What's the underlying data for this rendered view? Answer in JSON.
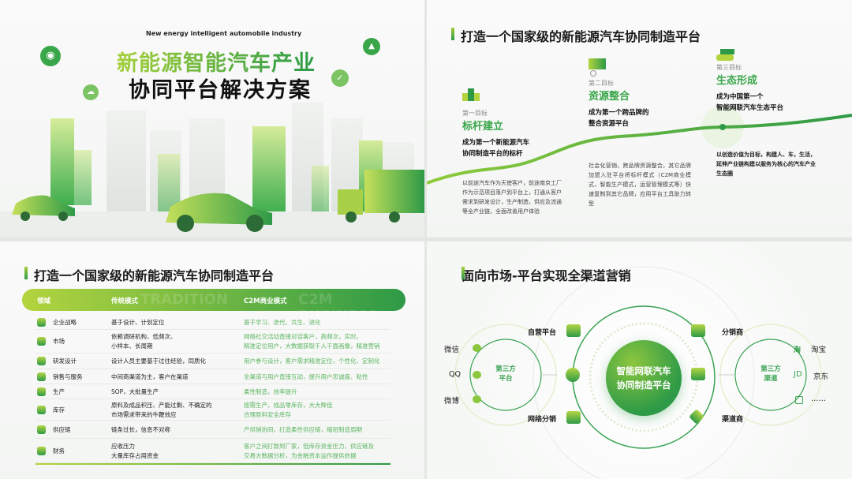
{
  "slide1": {
    "subtitle": "New energy intelligent automobile industry",
    "title_line1": "新能源智能汽车产业",
    "title_line2": "协同平台解决方案"
  },
  "slide2": {
    "title": "打造一个国家级的新能源汽车协同制造平台",
    "goals": [
      {
        "label": "第一目标",
        "name": "标杆建立",
        "headline1": "成为第一个新能源汽车",
        "headline2": "协同制造平台的标杆",
        "desc": "以前途汽车作为天使客户，前途南京工厂作为示范项目落户到平台上，打通从客户需求到研发设计，生产制造，供应及流通等全产业链，全面改善用户体验"
      },
      {
        "label": "第二目标",
        "name": "资源整合",
        "headline1": "成为第一个跨品牌的",
        "headline2": "整合资源平台",
        "desc": "社会化营销，跨品牌资源整合，其它品牌加盟入驻平台将标杆模式（C2M商业模式，智能生产模式，运营管理模式等）快速复制到其它品牌，应用平台工具助力转型"
      },
      {
        "label": "第三目标",
        "name": "生态形成",
        "headline1": "成为中国第一个",
        "headline2": "智能网联汽车生态平台",
        "desc": "以创造价值为目标，构建人、车，生活，延伸产业链构建以服务为核心的汽车产业生态圈"
      }
    ]
  },
  "slide3": {
    "title": "打造一个国家级的新能源汽车协同制造平台",
    "headers": [
      "领域",
      "传统模式",
      "C2M商业模式"
    ],
    "watermarks": [
      "TRADITION",
      "C2M BUSINESS"
    ],
    "rows": [
      {
        "field": "企业战略",
        "icon": "strategy-icon",
        "traditional": [
          "基于设计、计划定位"
        ],
        "c2m": [
          "基于学习、迭代、共生、进化"
        ]
      },
      {
        "field": "市场",
        "icon": "bar-chart-icon",
        "traditional": [
          "依赖调研机构、低频次、",
          "小样本、长周期"
        ],
        "c2m": [
          "网络社交活动直接对话客户，高频次，实时，",
          "精准定位用户，大数据获取千人千面画像，精准营销"
        ]
      },
      {
        "field": "研发设计",
        "icon": "gear-hand-icon",
        "traditional": [
          "设计人员主要基于过往经验，同质化"
        ],
        "c2m": [
          "用户参与设计，客户需求精准定位，个性化、定制化"
        ]
      },
      {
        "field": "销售与服务",
        "icon": "service-person-icon",
        "traditional": [
          "中间商渠道为主，客户在渠道"
        ],
        "c2m": [
          "全渠道与用户直接互动，提升用户忠诚度、粘性"
        ]
      },
      {
        "field": "生产",
        "icon": "bulb-icon",
        "traditional": [
          "SOP，大批量生产"
        ],
        "c2m": [
          "柔性制造，效率提升"
        ]
      },
      {
        "field": "库存",
        "icon": "inventory-icon",
        "traditional": [
          "原料及成品积压、产能过剩、不确定的",
          "市场需求带来的牛鞭效应"
        ],
        "c2m": [
          "按需生产，成品零库存，大大降低",
          "合理原料安全库存"
        ]
      },
      {
        "field": "供应链",
        "icon": "supply-chain-icon",
        "traditional": [
          "链条过长，信息不对称"
        ],
        "c2m": [
          "产供销协同，打造柔性供应链，缩短制造周期"
        ]
      },
      {
        "field": "财务",
        "icon": "finance-icon",
        "traditional": [
          "应收压力",
          "大量库存占用资金"
        ],
        "c2m": [
          "客户之间打款到厂家，低库存资金压力，供应链及",
          "交易大数据分析，为金融资本运作提供依据"
        ]
      }
    ]
  },
  "slide4": {
    "title": "面向市场-平台实现全渠道营销",
    "center_line1": "智能网联汽车",
    "center_line2": "协同制造平台",
    "left_hub": [
      "第三方",
      "平台"
    ],
    "right_hub": [
      "第三方",
      "渠道"
    ],
    "nodes": {
      "top_left": "自营平台",
      "bottom_left": "网络分销",
      "top_right": "分销商",
      "bottom_right": "渠道商"
    },
    "left_items": [
      "微信",
      "QQ",
      "微博"
    ],
    "right_items": [
      "淘宝",
      "京东",
      "……"
    ]
  },
  "colors": {
    "accent_green": "#2e9a47",
    "accent_lime": "#a8cc3a"
  }
}
